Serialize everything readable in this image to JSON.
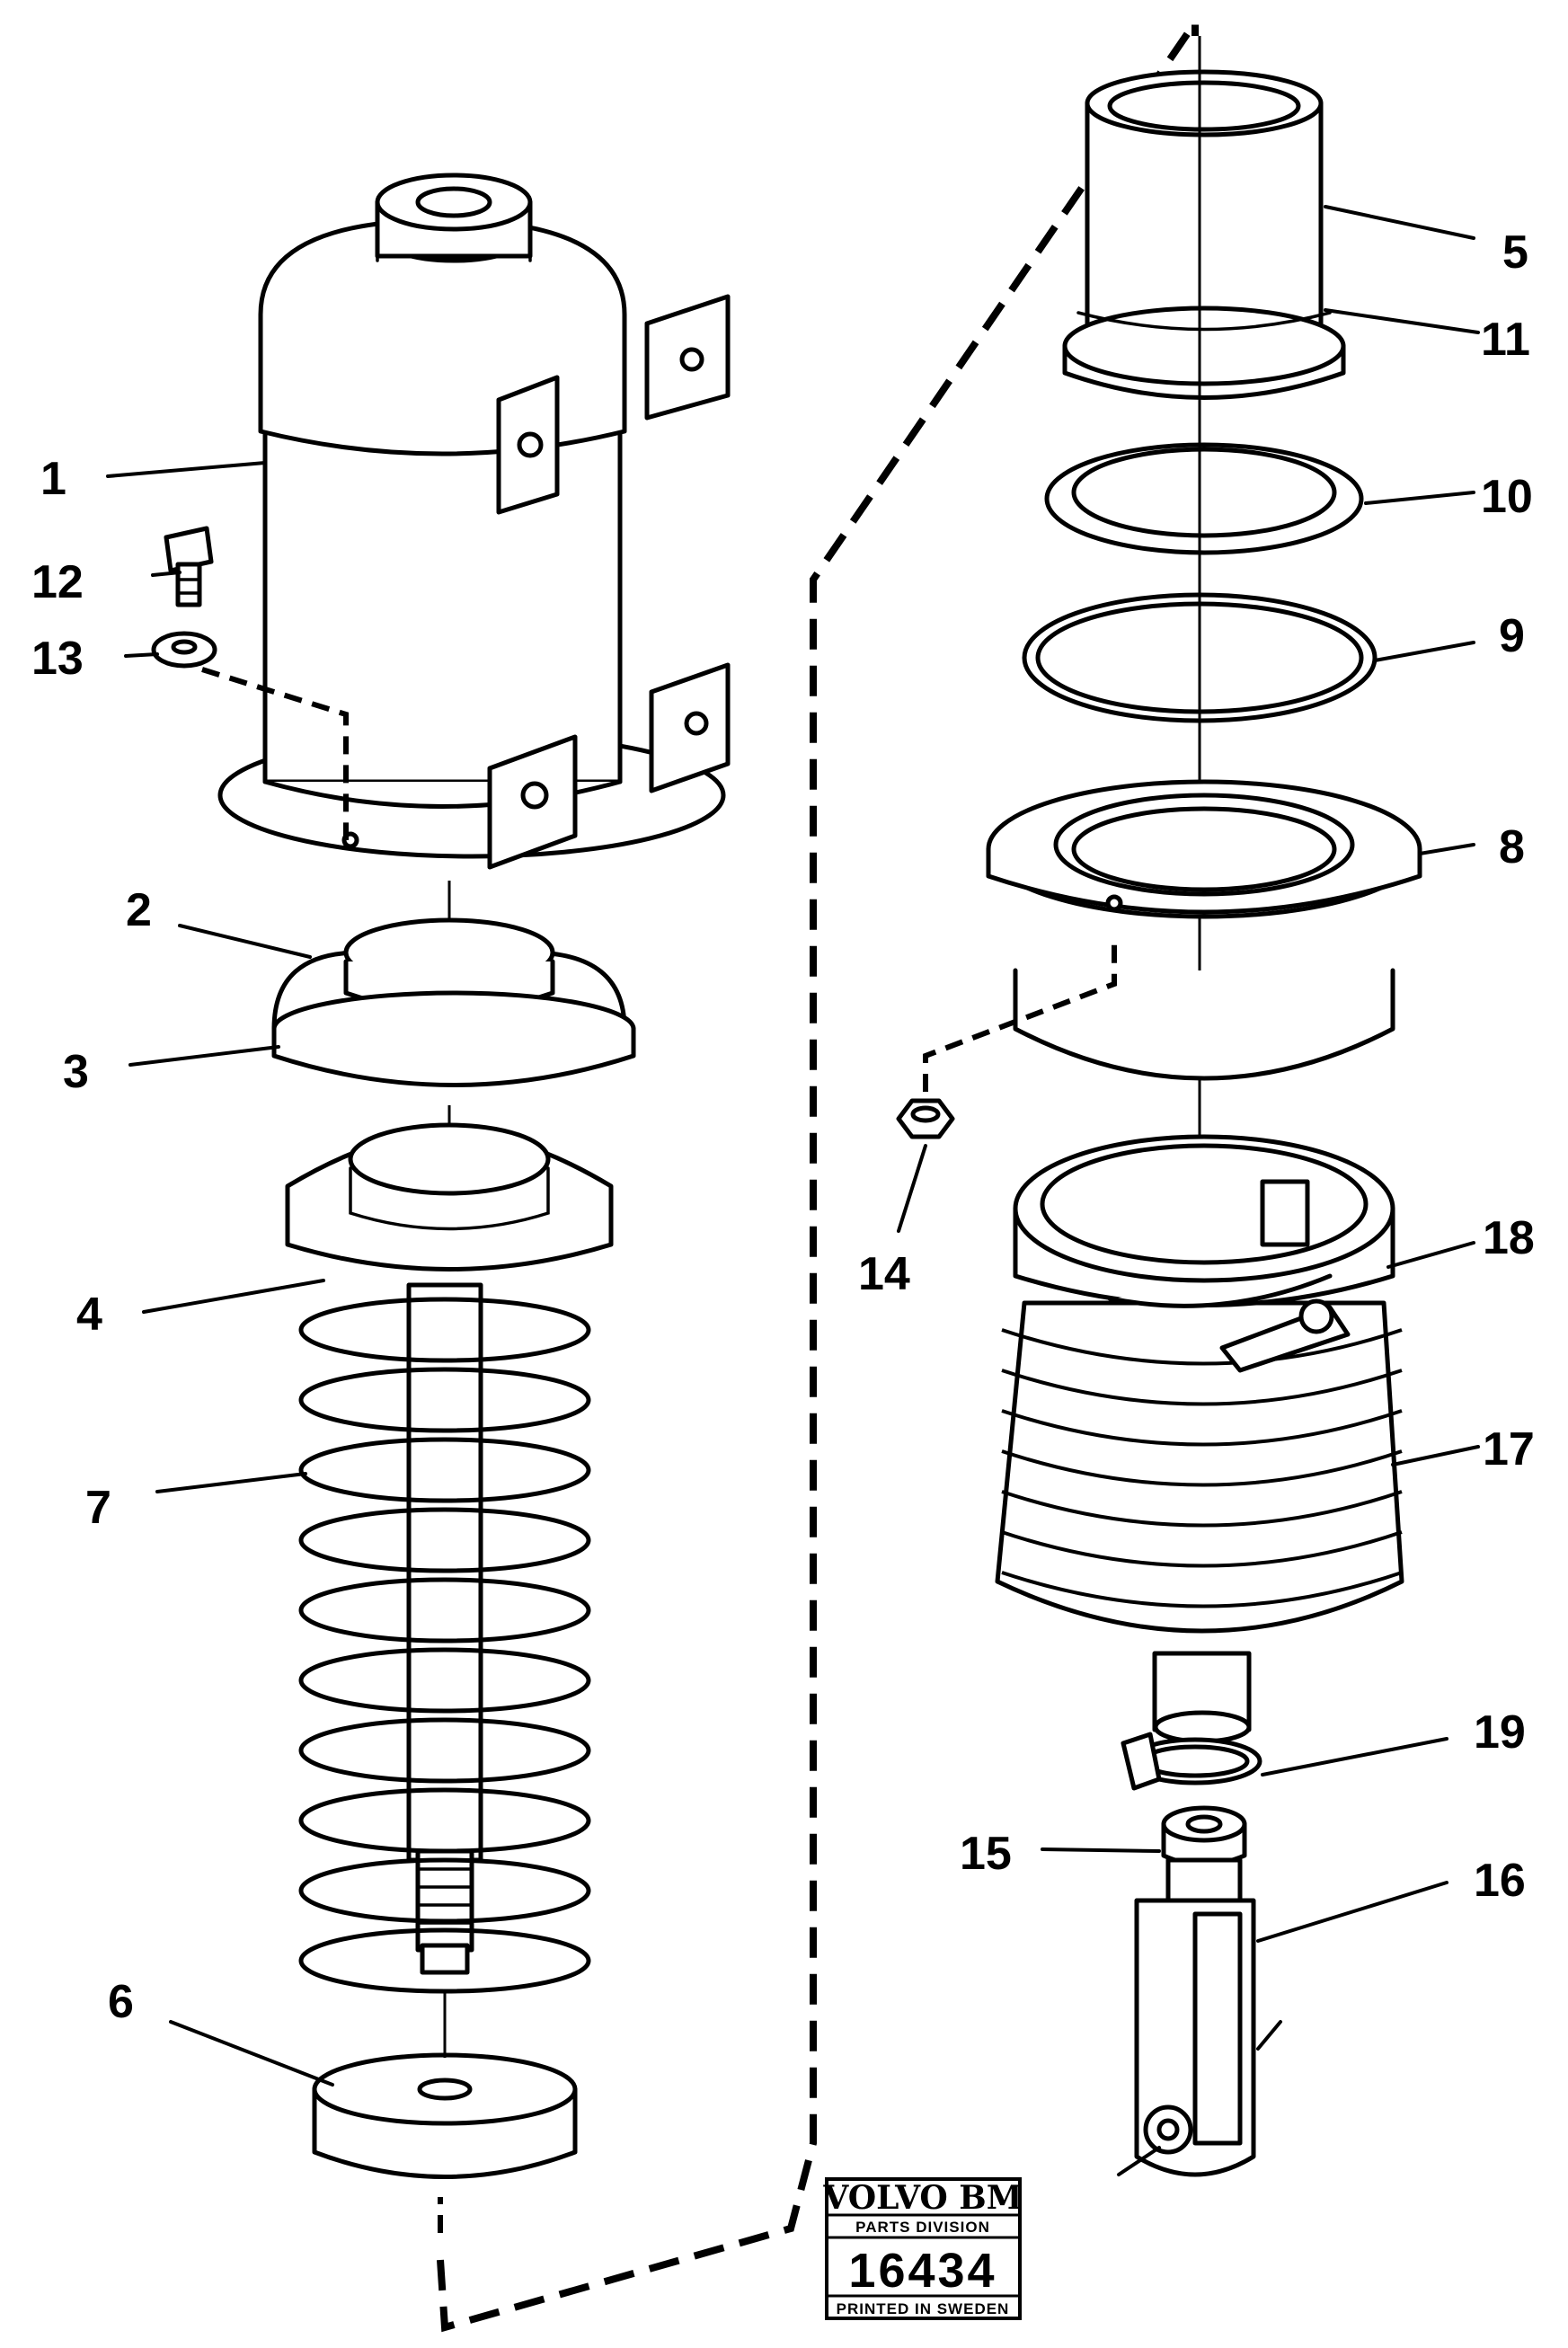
{
  "callouts": {
    "c1": "1",
    "c2": "2",
    "c3": "3",
    "c4": "4",
    "c5": "5",
    "c6": "6",
    "c7": "7",
    "c8": "8",
    "c9": "9",
    "c10": "10",
    "c11": "11",
    "c12": "12",
    "c13": "13",
    "c14": "14",
    "c15": "15",
    "c16": "16",
    "c17": "17",
    "c18": "18",
    "c19": "19"
  },
  "stamp": {
    "brand": "VOLVO BM",
    "division": "PARTS DIVISION",
    "number": "16434",
    "printed": "PRINTED IN SWEDEN"
  },
  "colors": {
    "ink": "#000000",
    "paper": "#ffffff"
  }
}
